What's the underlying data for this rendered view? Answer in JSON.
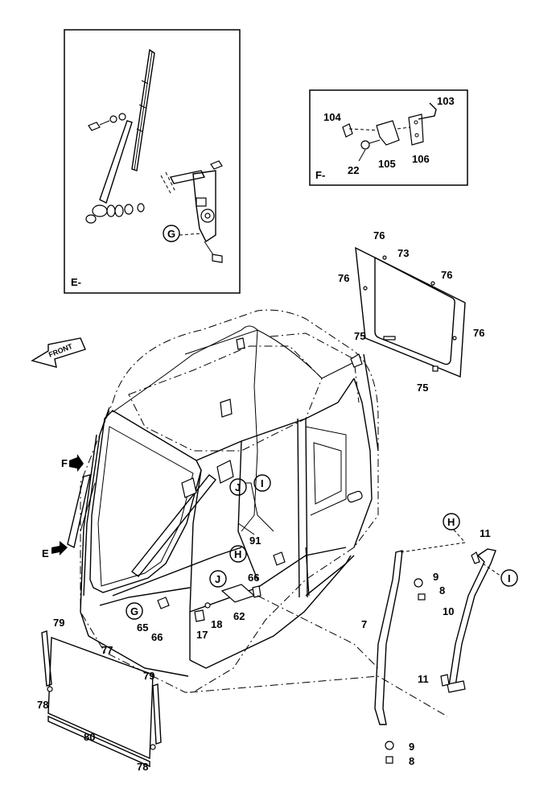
{
  "views": {
    "e_label": "E-",
    "f_label": "F-"
  },
  "markers": {
    "front": "FRONT",
    "f": "F",
    "e": "E"
  },
  "callouts": {
    "g": "G",
    "h": "H",
    "i": "I",
    "j": "J"
  },
  "part_numbers": {
    "p103": "103",
    "p104": "104",
    "p105": "105",
    "p106": "106",
    "p22": "22",
    "p76": "76",
    "p73": "73",
    "p75": "75",
    "p91": "91",
    "p66": "66",
    "p62": "62",
    "p65": "65",
    "p18": "18",
    "p17": "17",
    "p79": "79",
    "p77": "77",
    "p78": "78",
    "p80": "80",
    "p11": "11",
    "p9": "9",
    "p8": "8",
    "p10": "10",
    "p7": "7"
  }
}
